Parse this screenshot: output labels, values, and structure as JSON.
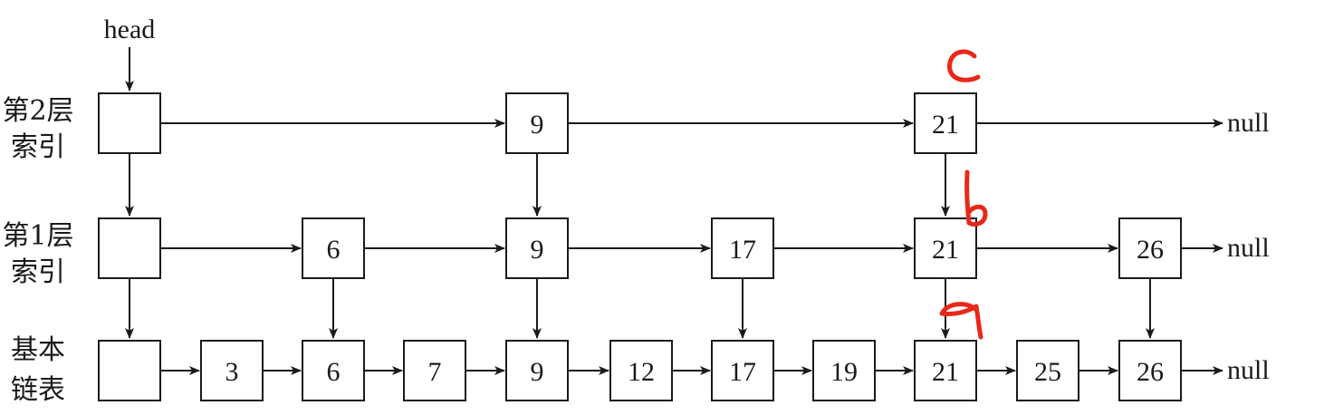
{
  "head_label": "head",
  "null_label": "null",
  "levels": [
    {
      "id": "level2",
      "label_line1": "第2层",
      "label_line2": "索引",
      "nodes": [
        "",
        "9",
        "21"
      ]
    },
    {
      "id": "level1",
      "label_line1": "第1层",
      "label_line2": "索引",
      "nodes": [
        "",
        "6",
        "9",
        "17",
        "21",
        "26"
      ]
    },
    {
      "id": "base",
      "label_line1": "基本",
      "label_line2": "链表",
      "nodes": [
        "",
        "3",
        "6",
        "7",
        "9",
        "12",
        "17",
        "19",
        "21",
        "25",
        "26"
      ]
    }
  ],
  "annotations": [
    {
      "letter": "c",
      "color": "#e8281a"
    },
    {
      "letter": "b",
      "color": "#e8281a"
    },
    {
      "letter": "a",
      "color": "#e8281a"
    }
  ]
}
